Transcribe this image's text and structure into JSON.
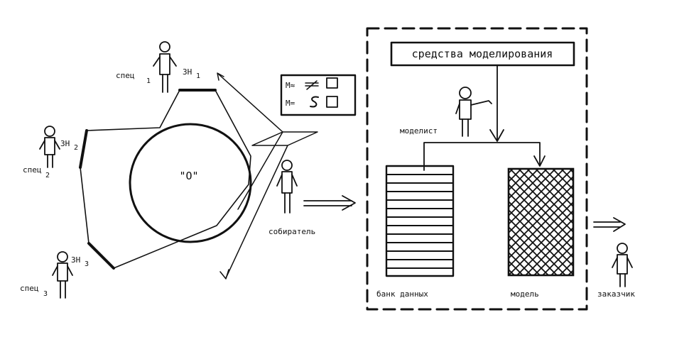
{
  "specialists": [
    {
      "label": "спец",
      "sub": "1",
      "knowledge": "ЗН",
      "knowledge_sub": "1"
    },
    {
      "label": "спец",
      "sub": "2",
      "knowledge": "ЗН",
      "knowledge_sub": "2"
    },
    {
      "label": "спец",
      "sub": "3",
      "knowledge": "ЗН",
      "knowledge_sub": "3"
    }
  ],
  "object_label": "\"О\"",
  "collector_label": "собиратель",
  "card": {
    "row1_prefix": "М≈",
    "row2_prefix": "М="
  },
  "tools_label": "средства моделирования",
  "modeler_label": "моделист",
  "bank_label": "банк данных",
  "model_label": "модель",
  "customer_label": "заказчик"
}
